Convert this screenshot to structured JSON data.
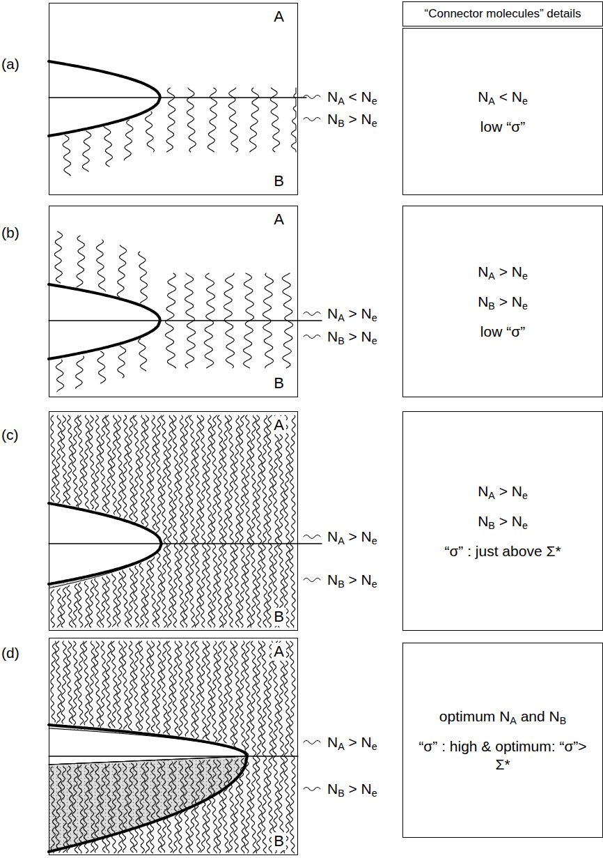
{
  "diagram": {
    "nodes": [
      {
        "text": [
          "“Connector molecules” details"
        ]
      },
      {
        "text": [
          "A",
          "B"
        ]
      },
      {
        "text": [
          "NA < Ne",
          "low “σ”"
        ]
      },
      {
        "text": [
          "A",
          "B"
        ]
      },
      {
        "text": [
          "NA > Ne",
          "NB > Ne",
          "low “σ”"
        ]
      },
      {
        "text": [
          "A",
          "B"
        ]
      },
      {
        "text": [
          "NA > Ne",
          "NB > Ne",
          "“σ” : just above Σ*"
        ]
      },
      {
        "text": [
          "A",
          "B"
        ]
      },
      {
        "text": [
          "optimum NA and NB",
          "“σ” : high & optimum: “σ”> Σ*"
        ]
      }
    ],
    "labels": [
      "(a)",
      "NA < Ne",
      "NB > Ne",
      "(b)",
      "NA > Ne",
      "NB > Ne",
      "(c)",
      "NA > Ne",
      "NB > Ne",
      "(d)",
      "NA > Ne",
      "NB > Ne"
    ]
  }
}
